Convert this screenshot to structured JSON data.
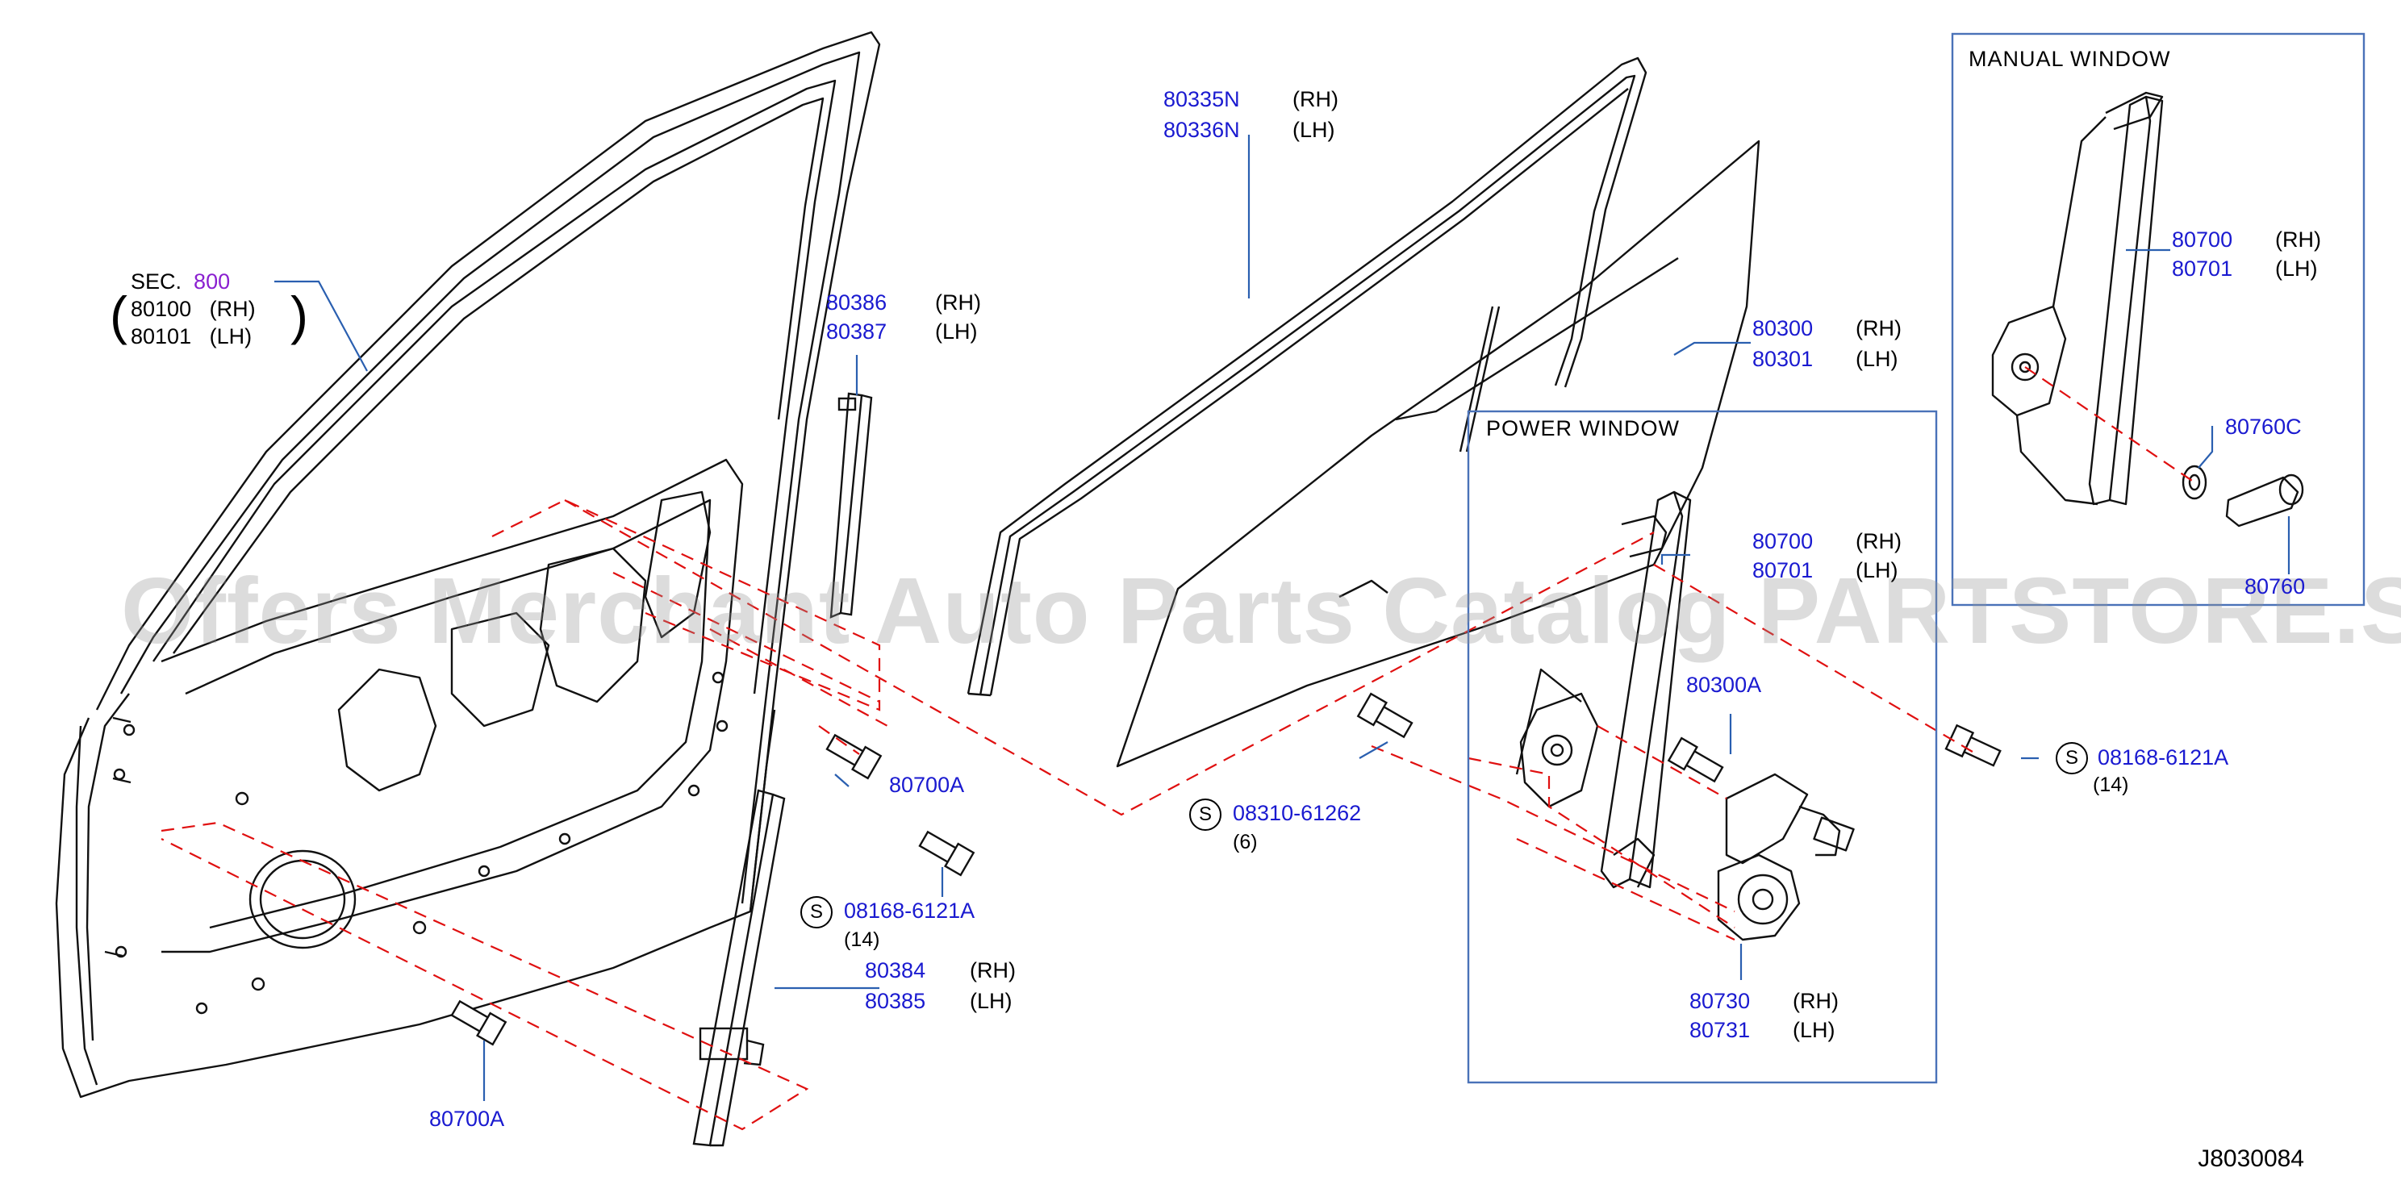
{
  "watermark": "Offers Merchant Auto Parts Catalog PARTSTORE.SA",
  "diagram_id": "J8030084",
  "boxes": {
    "power": "POWER   WINDOW",
    "manual": "MANUAL   WINDOW"
  },
  "section": {
    "prefix": "SEC.",
    "code": "800",
    "rh_part": "80100",
    "rh_side": "(RH)",
    "lh_part": "80101",
    "lh_side": "(LH)"
  },
  "labels": {
    "glass_run": {
      "rh_part": "80335N",
      "rh_side": "(RH)",
      "lh_part": "80336N",
      "lh_side": "(LH)"
    },
    "sash_rear": {
      "rh_part": "80386",
      "rh_side": "(RH)",
      "lh_part": "80387",
      "lh_side": "(LH)"
    },
    "glass": {
      "rh_part": "80300",
      "rh_side": "(RH)",
      "lh_part": "80301",
      "lh_side": "(LH)"
    },
    "regulator_manual": {
      "rh_part": "80700",
      "rh_side": "(RH)",
      "lh_part": "80701",
      "lh_side": "(LH)"
    },
    "regulator_power": {
      "rh_part": "80700",
      "rh_side": "(RH)",
      "lh_part": "80701",
      "lh_side": "(LH)"
    },
    "sash_front": {
      "rh_part": "80384",
      "rh_side": "(RH)",
      "lh_part": "80385",
      "lh_side": "(LH)"
    },
    "motor": {
      "rh_part": "80730",
      "rh_side": "(RH)",
      "lh_part": "80731",
      "lh_side": "(LH)"
    },
    "washer": {
      "part": "80760C"
    },
    "handle": {
      "part": "80760"
    },
    "bolt_a1": {
      "part": "80700A"
    },
    "bolt_a2": {
      "part": "80700A"
    },
    "bolt_300a": {
      "part": "80300A"
    },
    "screw1": {
      "s": "S",
      "part": "08168-6121A",
      "qty": "(14)"
    },
    "screw2": {
      "s": "S",
      "part": "08310-61262",
      "qty": "(6)"
    },
    "screw3": {
      "s": "S",
      "part": "08168-6121A",
      "qty": "(14)"
    }
  },
  "colors": {
    "part_number": "#1a1ad0",
    "section_code": "#8a1fd0",
    "leader": "#2a5fb0",
    "dashed": "#e01010",
    "box": "#4a72b8",
    "drawing": "#111111"
  }
}
